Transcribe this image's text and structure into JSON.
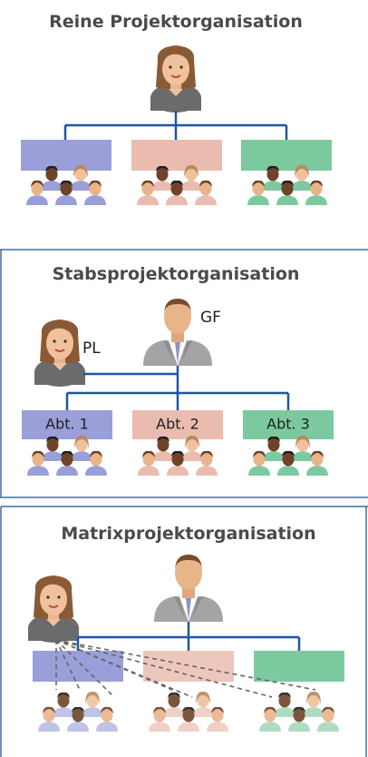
{
  "panels": {
    "pure": {
      "title": "Reine Projektorganisation"
    },
    "staff": {
      "title": "Stabsprojektorganisation",
      "gf_label": "GF",
      "pl_label": "PL",
      "dept_labels": [
        "Abt. 1",
        "Abt. 2",
        "Abt. 3"
      ]
    },
    "matrix": {
      "title": "Matrixprojektorganisation"
    }
  },
  "colors": {
    "connector": "#1f55a5",
    "dept_blue": "#9a9fd9",
    "dept_salmon": "#eabcb0",
    "dept_green": "#7cc9a0",
    "frame": "#3e6ea6",
    "dashed": "#666666"
  },
  "icons": {
    "woman": "woman-avatar-icon",
    "man_suit": "businessman-avatar-icon",
    "group": "team-group-icon"
  }
}
